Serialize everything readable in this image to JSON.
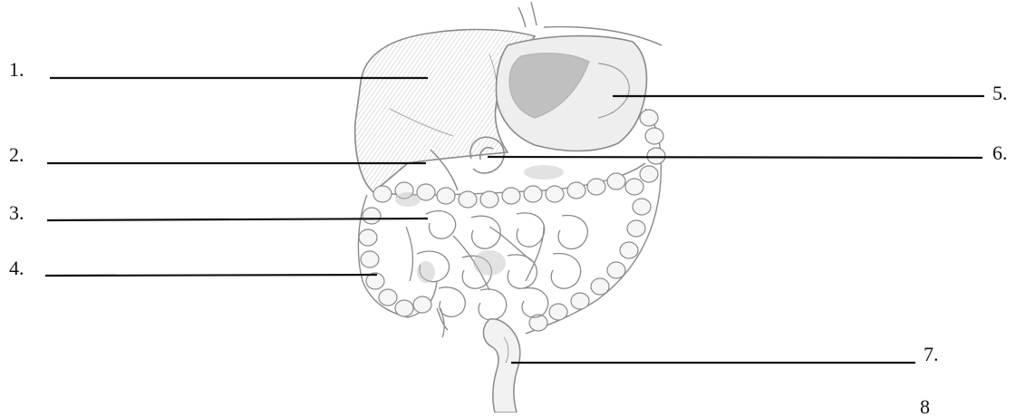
{
  "diagram": {
    "labels": [
      {
        "id": 1,
        "text": "1."
      },
      {
        "id": 2,
        "text": "2."
      },
      {
        "id": 3,
        "text": "3."
      },
      {
        "id": 4,
        "text": "4."
      },
      {
        "id": 5,
        "text": "5."
      },
      {
        "id": 6,
        "text": "6."
      },
      {
        "id": 7,
        "text": "7."
      },
      {
        "id": 8,
        "text": "8"
      }
    ],
    "colors": {
      "ink": "#111111",
      "sketch": "#8a8a8a",
      "shade": "#c9c9c9",
      "paper": "#ffffff"
    }
  }
}
